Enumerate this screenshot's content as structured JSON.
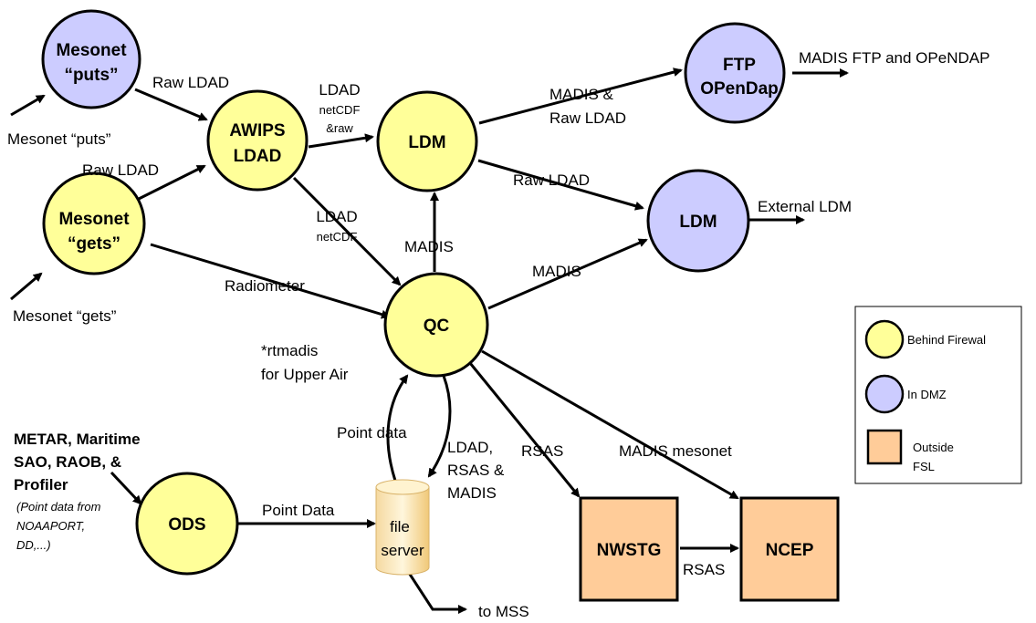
{
  "nodes": {
    "mesonet_puts": [
      "Mesonet",
      "“puts”"
    ],
    "mesonet_gets": [
      "Mesonet",
      "“gets”"
    ],
    "awips_ldad": [
      "AWIPS",
      "LDAD"
    ],
    "ldm_internal": [
      "LDM"
    ],
    "ftp_opendap": [
      "FTP",
      "OPenDap"
    ],
    "ldm_external": [
      "LDM"
    ],
    "qc": [
      "QC"
    ],
    "ods": [
      "ODS"
    ],
    "file_server": [
      "file",
      "server"
    ],
    "nwstg": [
      "NWSTG"
    ],
    "ncep": [
      "NCEP"
    ]
  },
  "external_inputs": {
    "mesonet_puts_in": "Mesonet  “puts”",
    "mesonet_gets_in": "Mesonet  “gets”",
    "metar_block": [
      "METAR, Maritime",
      "SAO, RAOB, &",
      "Profiler"
    ],
    "metar_note": [
      "(Point data from",
      "NOAAPORT,",
      "DD,...)"
    ]
  },
  "edge_labels": {
    "puts_to_awips": "Raw LDAD",
    "gets_to_awips": "Raw LDAD",
    "awips_to_ldm": [
      "LDAD",
      "netCDF",
      "&raw"
    ],
    "awips_to_qc": [
      "LDAD",
      "netCDF"
    ],
    "ldm_to_ftp": [
      "MADIS &",
      "Raw LDAD"
    ],
    "ftp_out": "MADIS FTP and OPeNDAP",
    "ldm_to_ldm_ext": "Raw LDAD",
    "ldm_ext_out": "External LDM",
    "qc_to_ldm": "MADIS",
    "qc_to_ldm_ext": "MADIS",
    "gets_to_qc": "Radiometer",
    "rtmadis": [
      "*rtmadis",
      "for Upper Air"
    ],
    "point_data_up": "Point data",
    "qc_to_fileserver": [
      "LDAD,",
      "RSAS &",
      "MADIS"
    ],
    "qc_to_nwstg": "RSAS",
    "qc_to_ncep": "MADIS mesonet",
    "ods_to_fileserver": "Point Data",
    "nwstg_to_ncep": "RSAS",
    "fileserver_out": "to MSS"
  },
  "legend": {
    "items": [
      {
        "shape": "circle",
        "color": "#ffff99",
        "label": "Behind Firewal"
      },
      {
        "shape": "circle",
        "color": "#ccccff",
        "label": "In DMZ"
      },
      {
        "shape": "square",
        "color": "#ffcc99",
        "label": [
          "Outside",
          "FSL"
        ]
      }
    ]
  },
  "colors": {
    "behind_firewall": "#ffff99",
    "dmz": "#ccccff",
    "outside": "#ffcc99",
    "stroke": "#000000"
  }
}
